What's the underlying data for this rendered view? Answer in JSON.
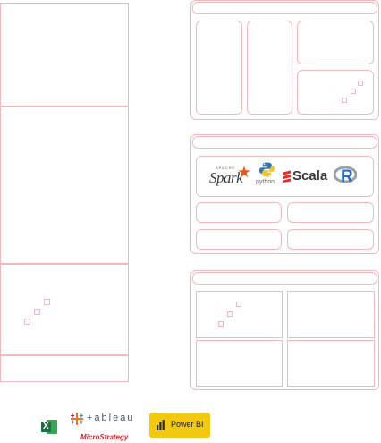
{
  "logos": {
    "spark": {
      "label": "Spark",
      "superscript": "APACHE"
    },
    "python": {
      "label": "python"
    },
    "scala": {
      "label": "Scala"
    },
    "r": {
      "label": "R"
    },
    "excel": {
      "label": "X"
    },
    "tableau": {
      "label": "+ableau"
    },
    "microstrategy": {
      "label": "MicroStrategy"
    },
    "powerbi": {
      "label": "Power BI"
    }
  },
  "colors": {
    "outline": "#f2b8bd",
    "spark_orange": "#e25a1c",
    "scala_red": "#dc322f",
    "r_blue": "#276dc3",
    "excel_green": "#1d6f42",
    "powerbi_yellow": "#f2c811",
    "microstrategy_red": "#d9232e"
  }
}
